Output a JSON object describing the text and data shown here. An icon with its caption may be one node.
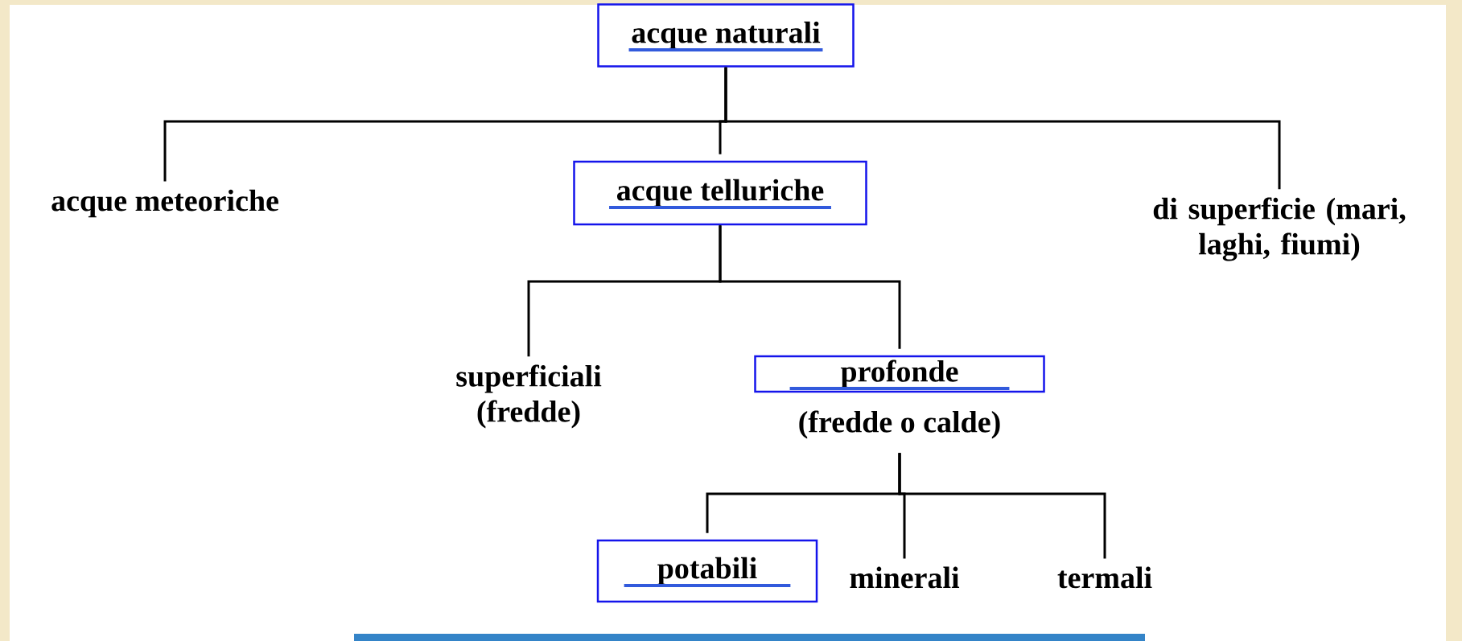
{
  "diagram": {
    "nodes": [
      {
        "text": [
          "acque naturali"
        ]
      },
      {
        "text": [
          "acque meteoriche"
        ]
      },
      {
        "text": [
          "acque telluriche"
        ]
      },
      {
        "text": [
          "di superficie (mari, laghi, fiumi)"
        ]
      },
      {
        "text": [
          "superficiali (fredde)"
        ]
      },
      {
        "text": [
          "profonde"
        ],
        "beside": [
          "(fredde o calde)"
        ]
      },
      {
        "text": [
          "potabili"
        ]
      },
      {
        "text": [
          "minerali"
        ]
      },
      {
        "text": [
          "termali"
        ]
      }
    ],
    "edges": [
      {
        "from": 0,
        "to": 1,
        "arrow": "none"
      },
      {
        "from": 0,
        "to": 2,
        "arrow": "none"
      },
      {
        "from": 0,
        "to": 3,
        "arrow": "none"
      },
      {
        "from": 2,
        "to": 4,
        "arrow": "none"
      },
      {
        "from": 2,
        "to": 5,
        "arrow": "none"
      },
      {
        "from": 5,
        "to": 6,
        "arrow": "none"
      },
      {
        "from": 5,
        "to": 7,
        "arrow": "none"
      },
      {
        "from": 5,
        "to": 8,
        "arrow": "none"
      }
    ]
  }
}
